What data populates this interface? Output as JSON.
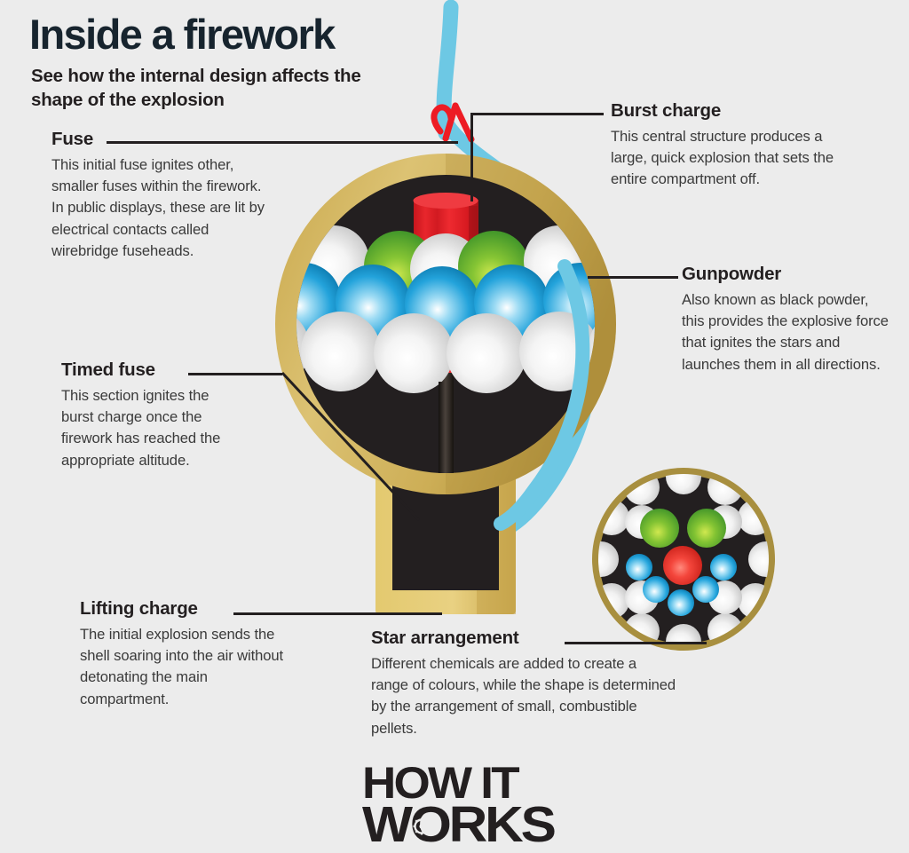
{
  "page": {
    "title": "Inside a firework",
    "subtitle": "See how the internal design affects the shape of the explosion",
    "background_color": "#ececec",
    "text_color": "#231f20"
  },
  "logo": {
    "line1": "HOW IT",
    "line2": "WORKS"
  },
  "palette": {
    "shell_gold": "#d1b05a",
    "shell_gold_dark": "#b99a43",
    "shell_gold_shadow": "#a98d3c",
    "interior_black": "#231f20",
    "fuse_blue": "#6dc8e4",
    "burst_red": "#e31e24",
    "burst_red_dark": "#b8151c",
    "pellet_white": "#f2f2f2",
    "pellet_blue": "#29a9df",
    "pellet_green": "#5cb531",
    "pellet_red": "#ef3e36",
    "leader_line": "#231f20"
  },
  "callouts": [
    {
      "id": "fuse",
      "heading": "Fuse",
      "body": "This initial fuse ignites other, smaller fuses within the firework. In public displays, these are lit by electrical contacts called wirebridge fuseheads.",
      "side": "left"
    },
    {
      "id": "timed-fuse",
      "heading": "Timed fuse",
      "body": "This section ignites the burst charge once the firework has reached the appropriate altitude.",
      "side": "left"
    },
    {
      "id": "lifting-charge",
      "heading": "Lifting charge",
      "body": "The initial explosion sends the shell soaring into the air without detonating the main compartment.",
      "side": "left"
    },
    {
      "id": "burst-charge",
      "heading": "Burst charge",
      "body": "This central structure produces a large, quick explosion that sets the entire compartment off.",
      "side": "right"
    },
    {
      "id": "gunpowder",
      "heading": "Gunpowder",
      "body": "Also known as black powder, this provides the explosive force that ignites the stars and launches them in all directions.",
      "side": "right"
    },
    {
      "id": "star-arrangement",
      "heading": "Star arrangement",
      "body": "Different chemicals are added to create a range of colours, while the shape is determined by the arrangement of small, combustible pellets.",
      "side": "bottom"
    }
  ],
  "diagram": {
    "main_shell": {
      "name": "firework-shell-cutaway",
      "description": "Cutaway side view of a spherical firework shell",
      "parts": [
        "outer casing",
        "gunpowder cavity",
        "burst charge cylinder",
        "star pellets",
        "timed fuse",
        "lifting charge chamber",
        "external fuse"
      ]
    },
    "inset": {
      "name": "star-arrangement-cross-section",
      "description": "Cross-section showing pellet colour arrangement",
      "pellet_counts": {
        "white": 16,
        "green": 2,
        "blue": 5,
        "red": 1
      }
    }
  }
}
